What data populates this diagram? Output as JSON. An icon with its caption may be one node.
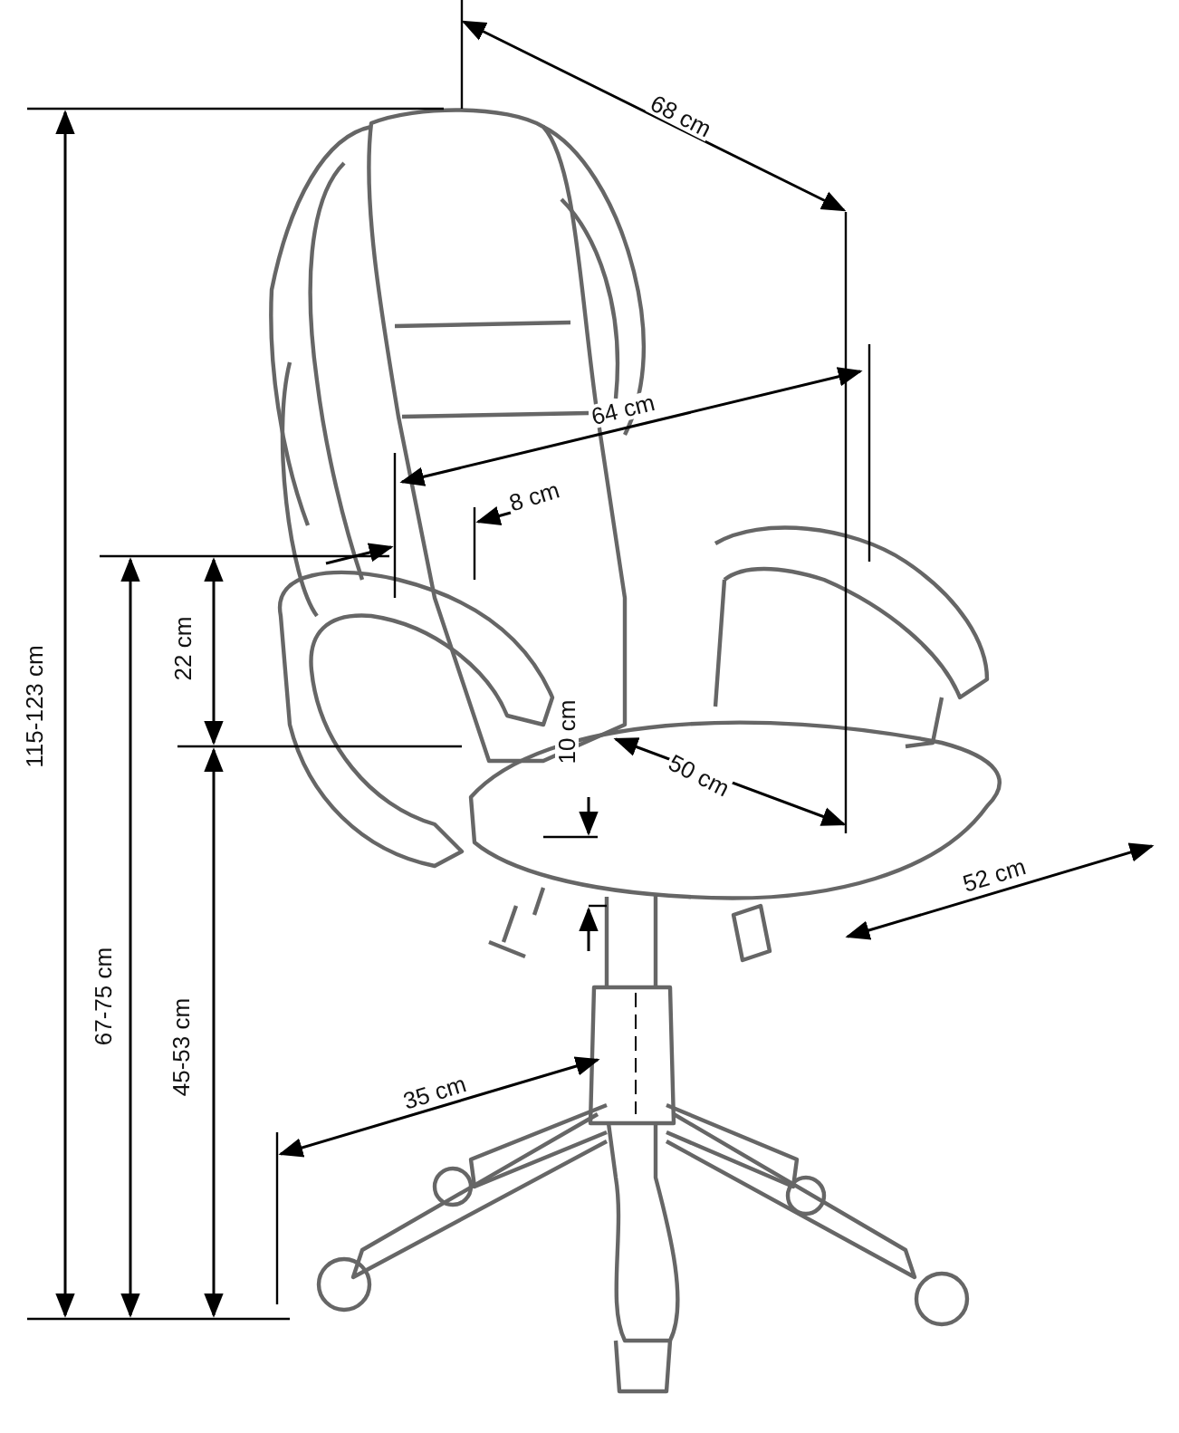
{
  "diagram": {
    "labels": [
      "68 cm",
      "64 cm",
      "8 cm",
      "115-123 cm",
      "22 cm",
      "10 cm",
      "50 cm",
      "67-75 cm",
      "52 cm",
      "45-53 cm",
      "35 cm"
    ]
  }
}
